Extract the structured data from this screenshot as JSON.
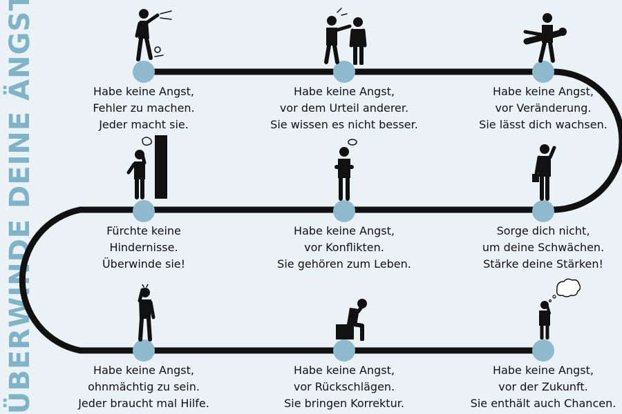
{
  "title": "ÜBERWINDE DEINE ÄNGSTE",
  "colors": {
    "node": "#8fb9cc",
    "path": "#111111",
    "accent": "#7fb3c8"
  },
  "steps": [
    {
      "lines": [
        "Habe keine Angst,",
        "Fehler zu machen.",
        "Jeder macht sie."
      ],
      "icon": "frustrated-person-icon"
    },
    {
      "lines": [
        "Habe keine Angst,",
        "vor dem Urteil anderer.",
        "Sie wissen es nicht besser."
      ],
      "icon": "pointing-person-icon"
    },
    {
      "lines": [
        "Habe keine Angst,",
        "vor Veränderung.",
        "Sie lässt dich wachsen."
      ],
      "icon": "carrying-person-icon"
    },
    {
      "lines": [
        "Fürchte keine",
        "Hindernisse.",
        "Überwinde sie!"
      ],
      "icon": "wall-obstacle-icon"
    },
    {
      "lines": [
        "Habe keine Angst,",
        "vor Konflikten.",
        "Sie gehören zum Leben."
      ],
      "icon": "arms-crossed-person-icon"
    },
    {
      "lines": [
        "Sorge dich nicht,",
        "um deine Schwächen.",
        "Stärke deine Stärken!"
      ],
      "icon": "thinking-businessman-icon"
    },
    {
      "lines": [
        "Habe keine Angst,",
        "ohnmächtig zu sein.",
        "Jeder braucht mal Hilfe."
      ],
      "icon": "exhausted-person-icon"
    },
    {
      "lines": [
        "Habe keine Angst,",
        "vor Rückschlägen.",
        "Sie bringen Korrektur."
      ],
      "icon": "sitting-sad-person-icon"
    },
    {
      "lines": [
        "Habe keine Angst,",
        "vor der Zukunft.",
        "Sie enthält auch Chancen."
      ],
      "icon": "dreaming-person-icon"
    }
  ]
}
